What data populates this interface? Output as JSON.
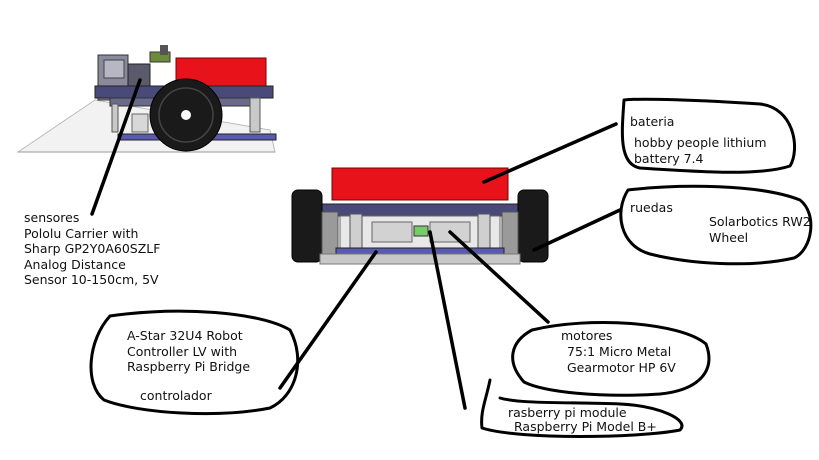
{
  "annotations": {
    "sensores": {
      "lines": [
        "sensores",
        "Pololu Carrier with",
        "Sharp GP2Y0A60SZLF",
        "Analog Distance",
        "Sensor 10-150cm, 5V"
      ]
    },
    "bateria": {
      "title": "bateria",
      "lines": [
        "hobby people lithium",
        "battery 7.4"
      ]
    },
    "ruedas": {
      "title": "ruedas",
      "lines": [
        "Solarbotics RW2",
        "Wheel"
      ]
    },
    "controlador": {
      "lines": [
        "A-Star 32U4 Robot",
        "Controller LV with",
        "Raspberry Pi Bridge"
      ],
      "caption": "controlador"
    },
    "motores": {
      "title": "motores",
      "lines": [
        "75:1 Micro Metal",
        "Gearmotor HP 6V"
      ]
    },
    "raspberry": {
      "title": "rasberry pi module",
      "line": "Raspberry Pi Model B+"
    }
  },
  "colors": {
    "battery_red": "#e8121a",
    "chassis_purple": "#4a4a7a",
    "base_blue": "#5a5ab0",
    "wheel_black": "#1a1a1a",
    "annotation_stroke": "#000000"
  }
}
